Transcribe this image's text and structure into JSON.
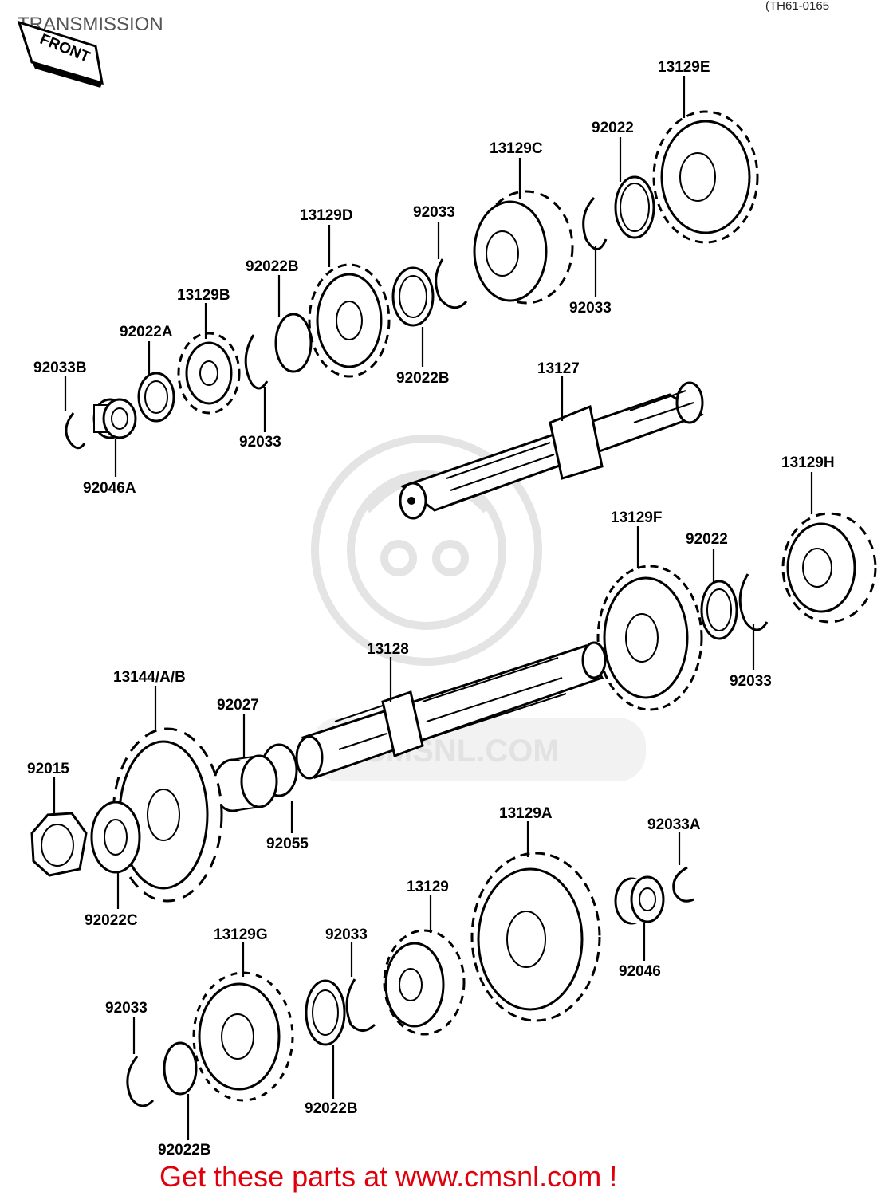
{
  "title": "TRANSMISSION",
  "diagram_code": "(TH61-0165",
  "front_label": "FRONT",
  "watermark": {
    "text": "CMSNL.COM",
    "color": "#e2e2e2"
  },
  "footer": {
    "text": "Get these parts at www.cmsnl.com !",
    "color": "#e0000b"
  },
  "parts": {
    "p13129E": "13129E",
    "p92022_top": "92022",
    "p13129C": "13129C",
    "p92033_c": "92033",
    "p92033_c2": "92033",
    "p13129D": "13129D",
    "p92022B_d": "92022B",
    "p92022B_d2": "92022B",
    "p13129B": "13129B",
    "p92022A": "92022A",
    "p92033B": "92033B",
    "p92033_b": "92033",
    "p92046A": "92046A",
    "p13127": "13127",
    "p13129H": "13129H",
    "p13129F": "13129F",
    "p92022_f": "92022",
    "p92033_f": "92033",
    "p13128": "13128",
    "p13144AB": "13144/A/B",
    "p92027": "92027",
    "p92015": "92015",
    "p92055": "92055",
    "p92022C": "92022C",
    "p13129A": "13129A",
    "p92033A": "92033A",
    "p92046": "92046",
    "p13129": "13129",
    "p92033_lo": "92033",
    "p13129G": "13129G",
    "p92022B_lo": "92022B",
    "p92033_g": "92033",
    "p92022B_g": "92022B"
  }
}
